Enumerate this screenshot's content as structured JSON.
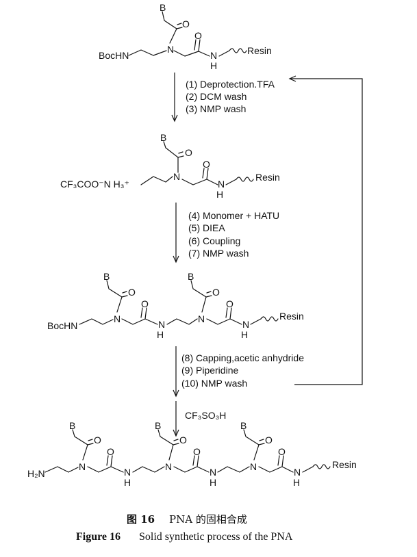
{
  "structures": {
    "s1": {
      "boc": "BocHN",
      "n": "N",
      "nh": "N",
      "h": "H",
      "o1": "O",
      "o2": "O",
      "b": "B",
      "resin": "Resin"
    },
    "s2": {
      "salt": "CF₃COO⁻N H₃⁺",
      "n": "N",
      "nh": "N",
      "h": "H",
      "o1": "O",
      "o2": "O",
      "b": "B",
      "resin": "Resin"
    },
    "s3": {
      "boc": "BocHN",
      "n1": "N",
      "n2": "N",
      "nh1": "N",
      "h1": "H",
      "nh2": "N",
      "h2": "H",
      "o1": "O",
      "o2": "O",
      "o3": "O",
      "o4": "O",
      "b1": "B",
      "b2": "B",
      "resin": "Resin"
    },
    "s4": {
      "h2n": "H₂N",
      "n1": "N",
      "n2": "N",
      "n3": "N",
      "nh1": "N",
      "h1": "H",
      "nh2": "N",
      "h2": "H",
      "nh3": "N",
      "h3": "H",
      "o1": "O",
      "o2": "O",
      "o3": "O",
      "o4": "O",
      "o5": "O",
      "o6": "O",
      "b1": "B",
      "b2": "B",
      "b3": "B",
      "resin": "Resin"
    }
  },
  "steps": {
    "group1": [
      "(1) Deprotection.TFA",
      "(2) DCM wash",
      "(3) NMP wash"
    ],
    "group2": [
      "(4) Monomer + HATU",
      "(5) DIEA",
      "(6) Coupling",
      "(7) NMP wash"
    ],
    "group3": [
      "(8)  Capping,acetic anhydride",
      "(9)  Piperidine",
      "(10) NMP wash"
    ],
    "cleave": "CF₃SO₃H"
  },
  "caption": {
    "zh_label": "图 16",
    "zh_text": "PNA 的固相合成",
    "en_label": "Figure 16",
    "en_text": "Solid synthetic process of the PNA"
  }
}
